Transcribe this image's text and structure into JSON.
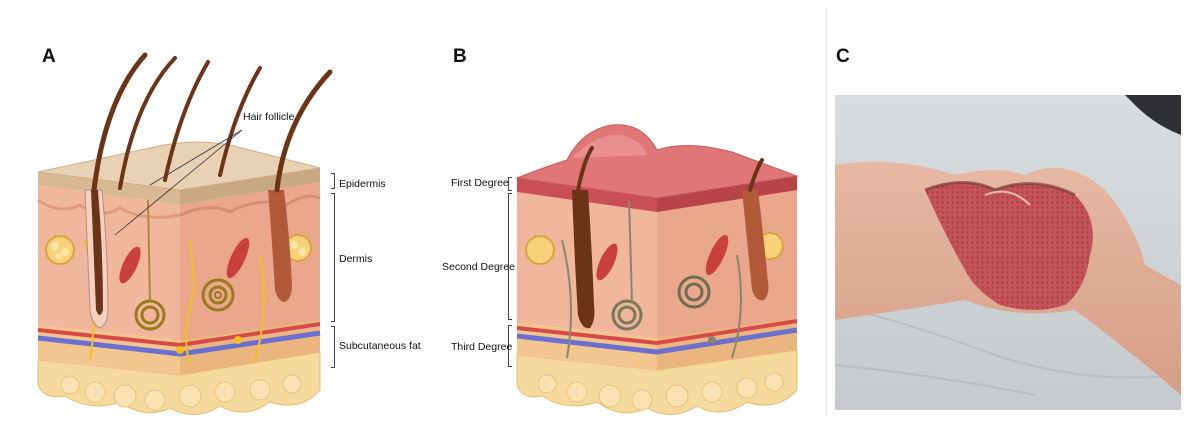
{
  "panels": {
    "a": {
      "letter": "A"
    },
    "b": {
      "letter": "B"
    },
    "c": {
      "letter": "C"
    }
  },
  "panel_a_labels": {
    "hair_follicle": "Hair follicle",
    "epidermis": "Epidermis",
    "dermis": "Dermis",
    "subcutaneous_fat": "Subcutaneous fat"
  },
  "panel_b_labels": {
    "first_degree": "First Degree",
    "second_degree": "Second Degree",
    "third_degree": "Third Degree"
  },
  "colors": {
    "epidermis_top": "#e9d2b4",
    "dermis": "#f1b79c",
    "fat": "#f6d99c",
    "hair": "#6b3419",
    "burn_red": "#d9666a",
    "vein_blue": "#6a6fd0",
    "artery_red": "#d84a4a",
    "nerve_yellow": "#f2c21b"
  }
}
